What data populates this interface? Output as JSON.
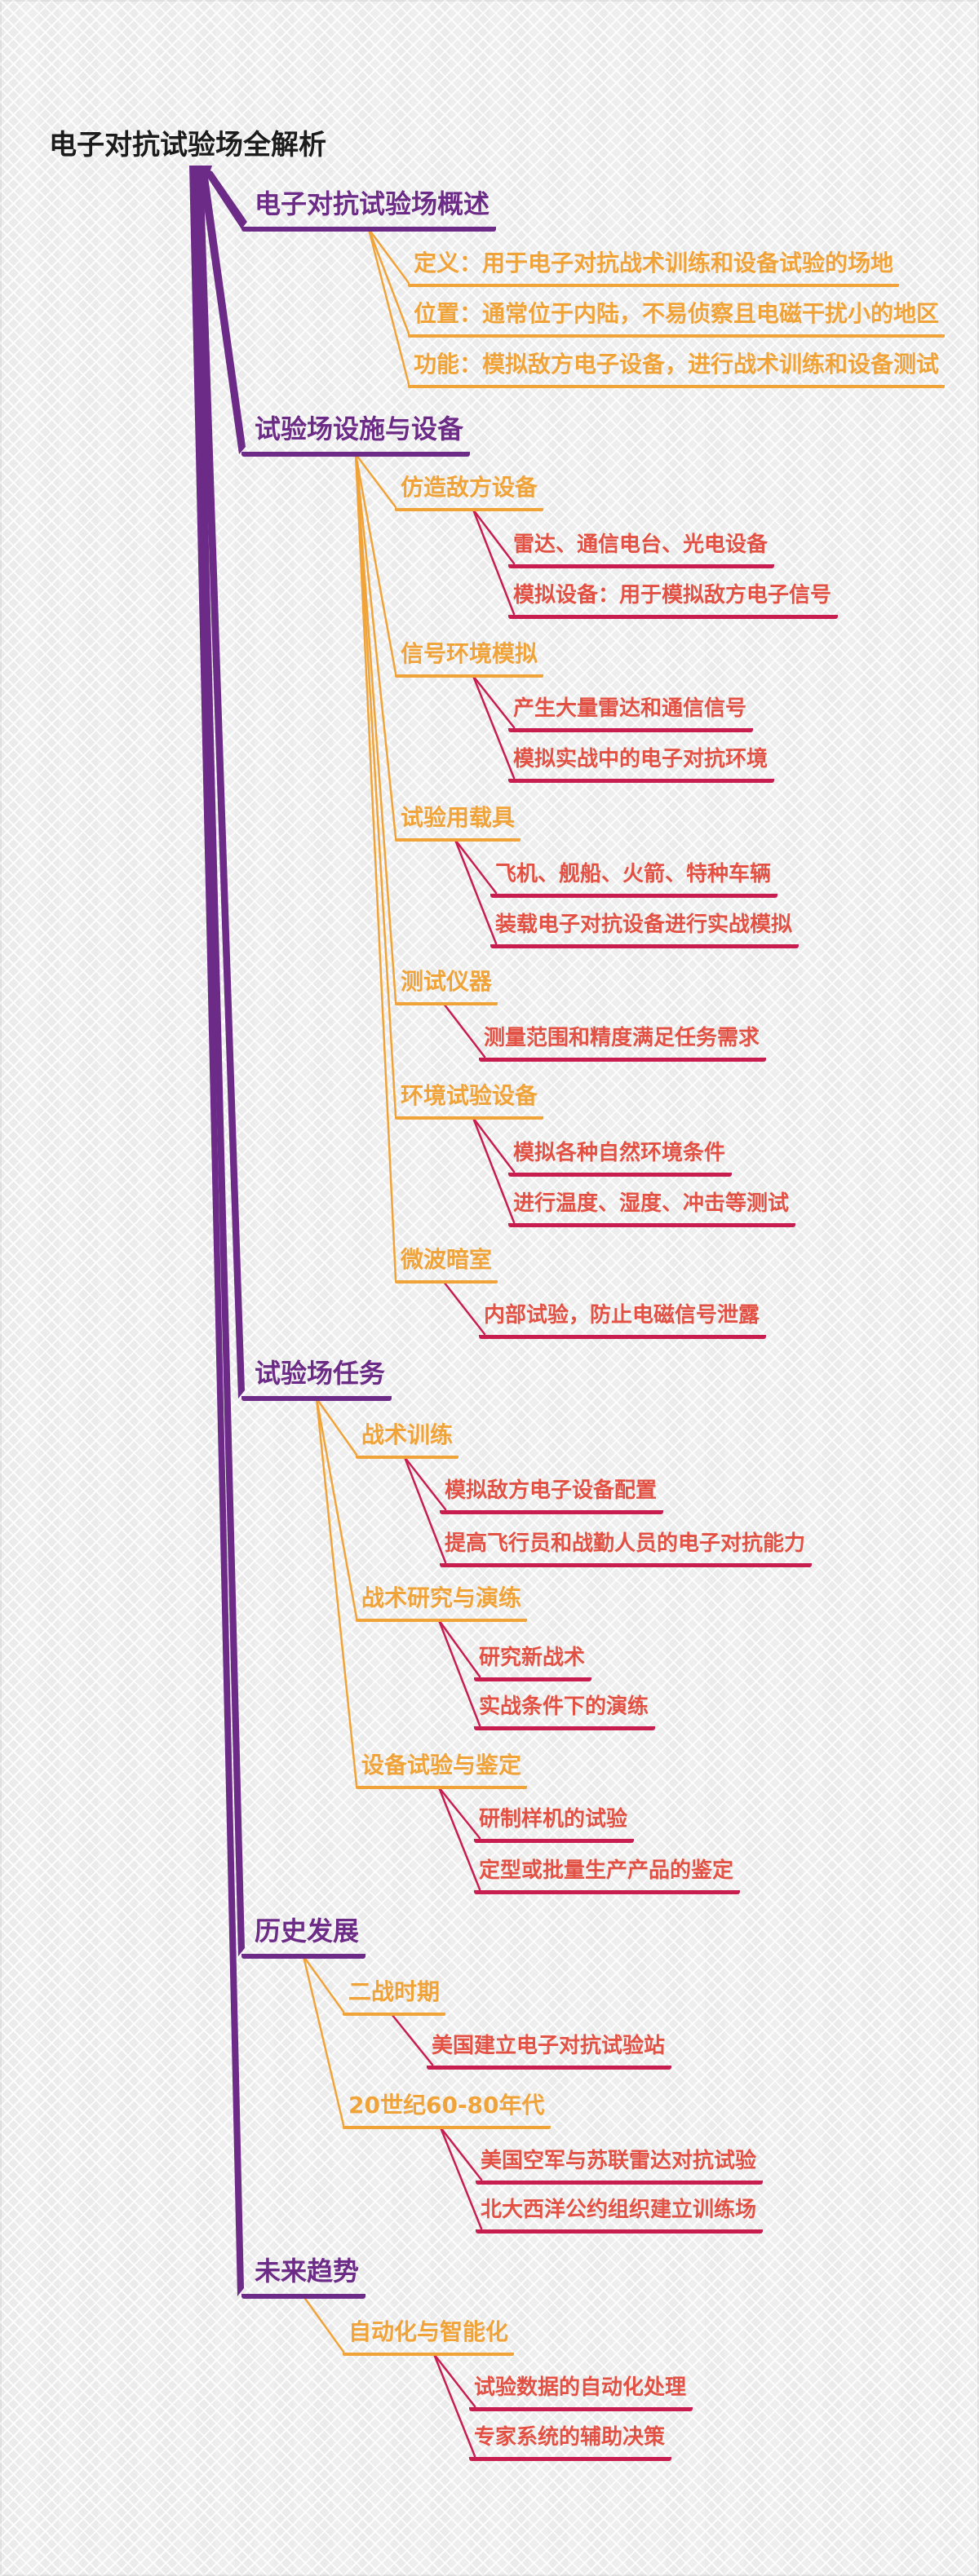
{
  "title": "电子对抗试验场全解析",
  "colors": {
    "root_text": "#1b1b1b",
    "branch_purple": "#6C2B86",
    "topic_orange": "#F0A339",
    "leaf_text_red": "#E25143",
    "leaf_underline_crimson": "#C81D4F",
    "background": "#EFEEEE"
  },
  "mindmap": {
    "branches": [
      {
        "label": "电子对抗试验场概述",
        "children": [
          {
            "label": "定义：用于电子对抗战术训练和设备试验的场地"
          },
          {
            "label": "位置：通常位于内陆，不易侦察且电磁干扰小的地区"
          },
          {
            "label": "功能：模拟敌方电子设备，进行战术训练和设备测试"
          }
        ]
      },
      {
        "label": "试验场设施与设备",
        "children": [
          {
            "label": "仿造敌方设备",
            "children": [
              {
                "label": "雷达、通信电台、光电设备"
              },
              {
                "label": "模拟设备：用于模拟敌方电子信号"
              }
            ]
          },
          {
            "label": "信号环境模拟",
            "children": [
              {
                "label": "产生大量雷达和通信信号"
              },
              {
                "label": "模拟实战中的电子对抗环境"
              }
            ]
          },
          {
            "label": "试验用载具",
            "children": [
              {
                "label": "飞机、舰船、火箭、特种车辆"
              },
              {
                "label": "装载电子对抗设备进行实战模拟"
              }
            ]
          },
          {
            "label": "测试仪器",
            "children": [
              {
                "label": "测量范围和精度满足任务需求"
              }
            ]
          },
          {
            "label": "环境试验设备",
            "children": [
              {
                "label": "模拟各种自然环境条件"
              },
              {
                "label": "进行温度、湿度、冲击等测试"
              }
            ]
          },
          {
            "label": "微波暗室",
            "children": [
              {
                "label": "内部试验，防止电磁信号泄露"
              }
            ]
          }
        ]
      },
      {
        "label": "试验场任务",
        "children": [
          {
            "label": "战术训练",
            "children": [
              {
                "label": "模拟敌方电子设备配置"
              },
              {
                "label": "提高飞行员和战勤人员的电子对抗能力"
              }
            ]
          },
          {
            "label": "战术研究与演练",
            "children": [
              {
                "label": "研究新战术"
              },
              {
                "label": "实战条件下的演练"
              }
            ]
          },
          {
            "label": "设备试验与鉴定",
            "children": [
              {
                "label": "研制样机的试验"
              },
              {
                "label": "定型或批量生产产品的鉴定"
              }
            ]
          }
        ]
      },
      {
        "label": "历史发展",
        "children": [
          {
            "label": "二战时期",
            "children": [
              {
                "label": "美国建立电子对抗试验站"
              }
            ]
          },
          {
            "label": "20世纪60-80年代",
            "children": [
              {
                "label": "美国空军与苏联雷达对抗试验"
              },
              {
                "label": "北大西洋公约组织建立训练场"
              }
            ]
          }
        ]
      },
      {
        "label": "未来趋势",
        "children": [
          {
            "label": "自动化与智能化",
            "children": [
              {
                "label": "试验数据的自动化处理"
              },
              {
                "label": "专家系统的辅助决策"
              }
            ]
          }
        ]
      }
    ]
  }
}
